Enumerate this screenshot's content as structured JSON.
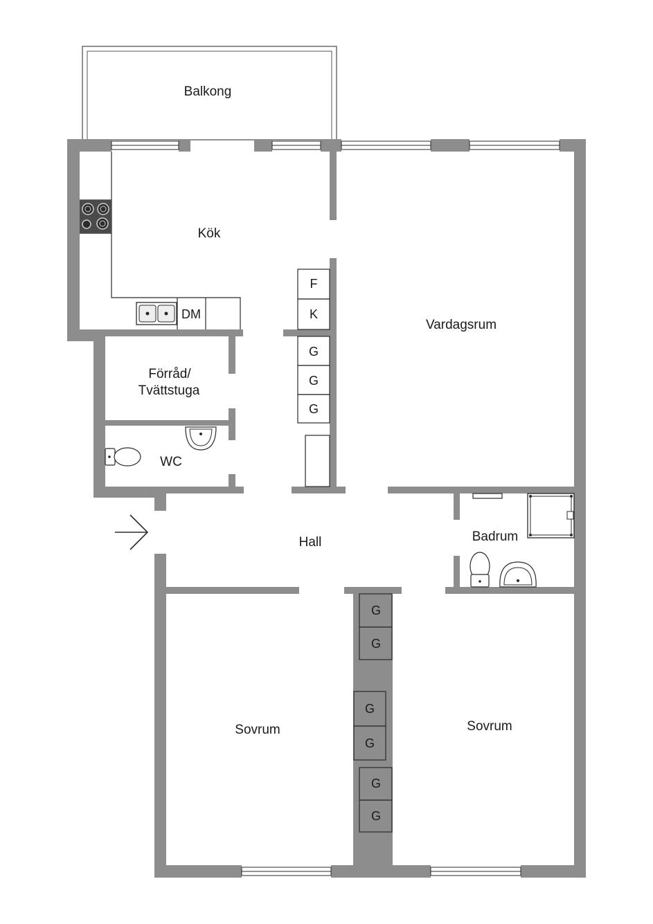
{
  "rooms": {
    "balkong": "Balkong",
    "kok": "Kök",
    "vardagsrum": "Vardagsrum",
    "forrad_line1": "Förråd/",
    "forrad_line2": "Tvättstuga",
    "wc": "WC",
    "hall": "Hall",
    "badrum": "Badrum",
    "sovrum_left": "Sovrum",
    "sovrum_right": "Sovrum"
  },
  "kitchen": {
    "dishwasher": "DM"
  },
  "closets": {
    "freezer": "F",
    "fridge": "K",
    "hall_wardrobes": [
      "G",
      "G",
      "G"
    ],
    "bedroom_wardrobes": [
      "G",
      "G",
      "G",
      "G",
      "G",
      "G"
    ]
  },
  "icons": [
    "entrance-arrow-icon",
    "stove-icon",
    "sink-icon",
    "toilet-icon",
    "washbasin-icon",
    "shower-icon"
  ]
}
